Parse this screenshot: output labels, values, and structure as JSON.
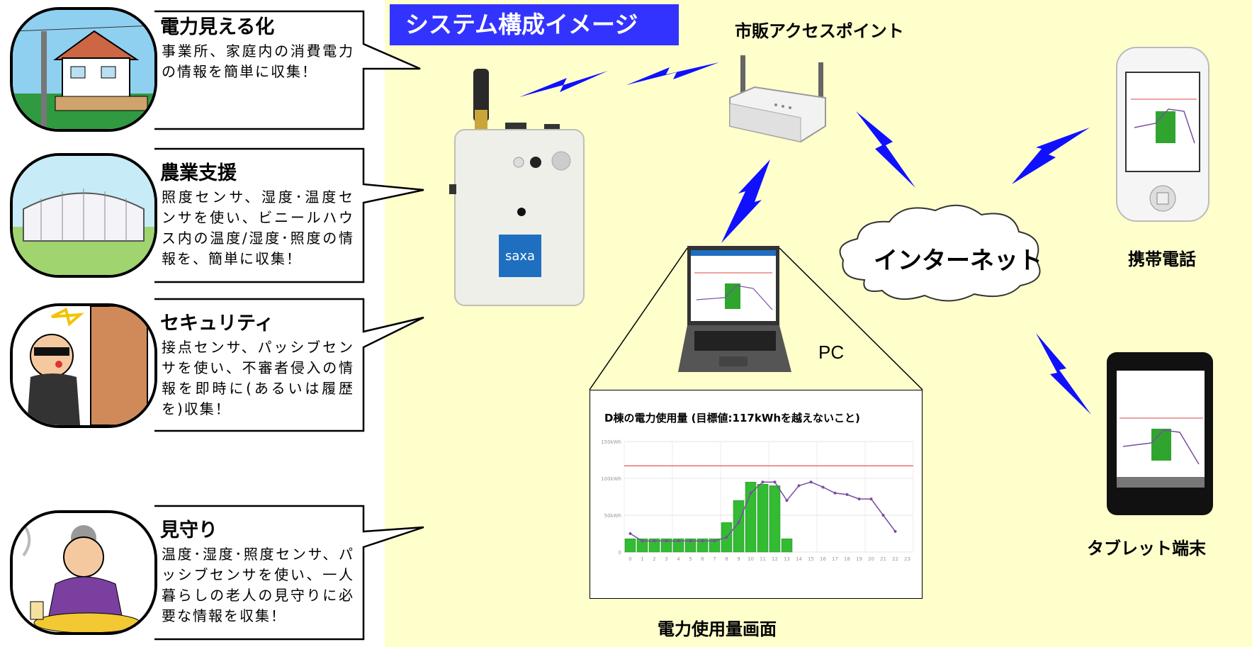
{
  "title": "システム構成イメージ",
  "cards": [
    {
      "title": "電力見える化",
      "body": "事業所、家庭内の消費電力の情報を簡単に収集！"
    },
    {
      "title": "農業支援",
      "body": "照度センサ、湿度･温度センサを使い、ビニールハウス内の温度/湿度･照度の情報を、簡単に収集！"
    },
    {
      "title": "セキュリティ",
      "body": "接点センサ、パッシブセンサを使い、不審者侵入の情報を即時に(あるいは履歴を)収集！"
    },
    {
      "title": "見守り",
      "body": "温度･湿度･照度センサ、パッシブセンサを使い、一人暮らしの老人の見守りに必要な情報を収集！"
    }
  ],
  "labels": {
    "access_point": "市販アクセスポイント",
    "internet": "インターネット",
    "mobile": "携帯電話",
    "tablet": "タブレット端末",
    "pc": "PC",
    "screen": "電力使用量画面",
    "device_logo": "saxa"
  },
  "colors": {
    "title_bg": "#3333ff",
    "background": "#ffffcc",
    "lightning": "#1010ff",
    "bar": "#33bb33",
    "line": "#7a4ea0",
    "target": "#dd4444"
  },
  "chart_data": {
    "type": "bar",
    "title": "D棟の電力使用量 (目標値:117kWhを越えないこと)",
    "categories": [
      "0",
      "1",
      "2",
      "3",
      "4",
      "5",
      "6",
      "7",
      "8",
      "9",
      "10",
      "11",
      "12",
      "13",
      "14",
      "15",
      "16",
      "17",
      "18",
      "19",
      "20",
      "21",
      "22",
      "23"
    ],
    "series": [
      {
        "type": "bar",
        "values": [
          18,
          18,
          18,
          18,
          18,
          18,
          18,
          18,
          40,
          70,
          95,
          92,
          90,
          18,
          null,
          null,
          null,
          null,
          null,
          null,
          null,
          null,
          null,
          null
        ]
      },
      {
        "type": "line",
        "values": [
          25,
          15,
          15,
          15,
          15,
          15,
          15,
          15,
          20,
          40,
          80,
          95,
          95,
          70,
          90,
          95,
          88,
          80,
          78,
          72,
          72,
          50,
          28,
          null
        ]
      }
    ],
    "target": 117,
    "ytick_labels": [
      "150kWh",
      "100kWh",
      "50kWh",
      "0"
    ],
    "ylim": [
      0,
      150
    ],
    "grid": true
  }
}
